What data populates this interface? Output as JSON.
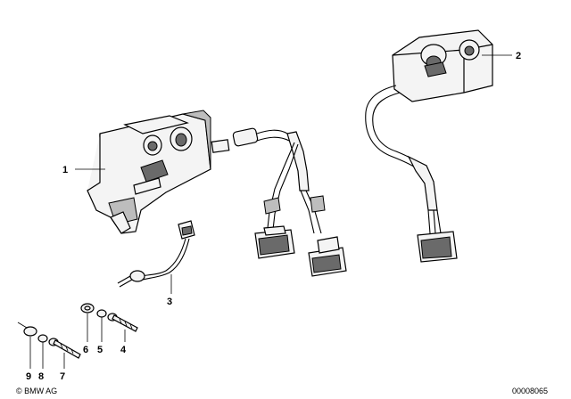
{
  "callouts": {
    "c1": "1",
    "c2": "2",
    "c3": "3",
    "c4": "4",
    "c5": "5",
    "c6": "6",
    "c7": "7",
    "c8": "8",
    "c9": "9"
  },
  "footer": {
    "copyright": "© BMW AG",
    "diagram_id": "00008065"
  }
}
